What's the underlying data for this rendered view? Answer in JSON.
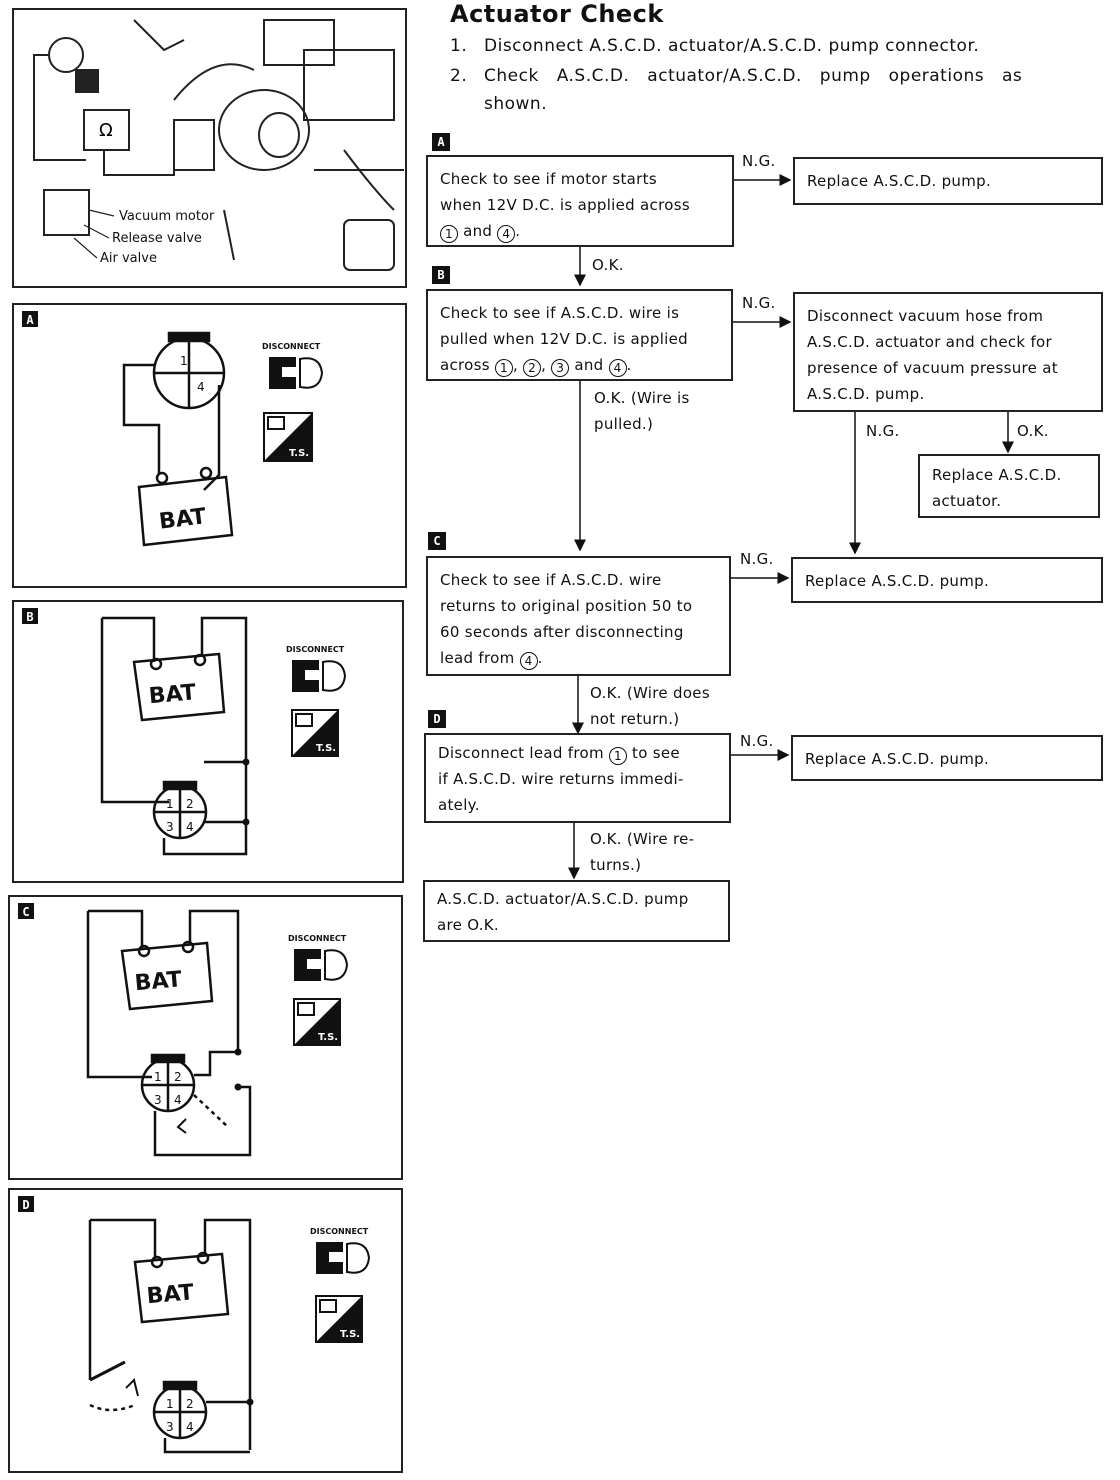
{
  "title": "Actuator Check",
  "steps": [
    {
      "num": "1.",
      "text": "Disconnect A.S.C.D. actuator/A.S.C.D. pump connector."
    },
    {
      "num": "2.",
      "text": "Check A.S.C.D. actuator/A.S.C.D. pump operations as",
      "text2": "shown."
    }
  ],
  "photo": {
    "labels": [
      "Vacuum motor",
      "Release valve",
      "Air valve"
    ],
    "ohm": "Ω"
  },
  "panels": [
    {
      "id": "A",
      "battery": "BAT",
      "disconnect": "DISCONNECT",
      "ts": "T.S.",
      "pins": [
        "1",
        "4"
      ]
    },
    {
      "id": "B",
      "battery": "BAT",
      "disconnect": "DISCONNECT",
      "ts": "T.S.",
      "pins": [
        "1",
        "2",
        "3",
        "4"
      ]
    },
    {
      "id": "C",
      "battery": "BAT",
      "disconnect": "DISCONNECT",
      "ts": "T.S.",
      "pins": [
        "1",
        "2",
        "3",
        "4"
      ]
    },
    {
      "id": "D",
      "battery": "BAT",
      "disconnect": "DISCONNECT",
      "ts": "T.S.",
      "pins": [
        "1",
        "2",
        "3",
        "4"
      ]
    }
  ],
  "flow": {
    "A": {
      "label": "A",
      "check": [
        "Check to see if motor starts",
        "when 12V D.C. is applied across",
        "and"
      ],
      "check_circles": [
        "1",
        "4"
      ],
      "ng": "N.G.",
      "ng_result": "Replace A.S.C.D. pump.",
      "ok": "O.K."
    },
    "B": {
      "label": "B",
      "check": [
        "Check to see if A.S.C.D. wire is",
        "pulled when 12V D.C. is applied",
        "across",
        "and"
      ],
      "check_circles": [
        "1",
        "2",
        "3",
        "4"
      ],
      "ng": "N.G.",
      "ng_result": [
        "Disconnect vacuum hose from",
        "A.S.C.D. actuator and check for",
        "presence of vacuum pressure at",
        "A.S.C.D. pump."
      ],
      "sub_ng": "N.G.",
      "sub_ok": "O.K.",
      "sub_ok_result": [
        "Replace A.S.C.D.",
        "actuator."
      ],
      "ok": [
        "O.K. (Wire is",
        "pulled.)"
      ]
    },
    "C": {
      "label": "C",
      "check": [
        "Check to see if A.S.C.D. wire",
        "returns to original position 50 to",
        "60 seconds after disconnecting",
        "lead from"
      ],
      "check_circles": [
        "4"
      ],
      "ng": "N.G.",
      "ng_result": "Replace A.S.C.D. pump.",
      "ok": [
        "O.K. (Wire does",
        "not return.)"
      ]
    },
    "D": {
      "label": "D",
      "check": [
        "Disconnect lead from",
        "to see",
        "if A.S.C.D. wire returns immedi-",
        "ately."
      ],
      "check_circles": [
        "1"
      ],
      "ng": "N.G.",
      "ng_result": "Replace A.S.C.D. pump.",
      "ok": [
        "O.K. (Wire re-",
        "turns.)"
      ]
    },
    "final": [
      "A.S.C.D. actuator/A.S.C.D. pump",
      "are O.K."
    ]
  }
}
